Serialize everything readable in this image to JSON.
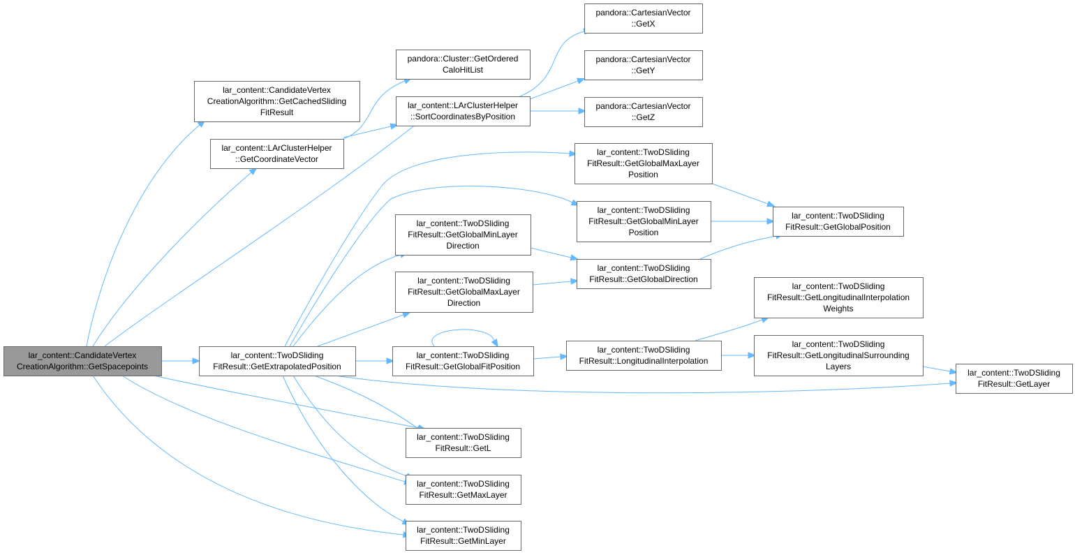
{
  "colors": {
    "edge": "#63b8ff",
    "node_border": "#666666",
    "node_fill": "#ffffff",
    "root_fill": "#999999",
    "text": "#000000"
  },
  "nodes": [
    {
      "id": "root",
      "lines": [
        "lar_content::CandidateVertex",
        "CreationAlgorithm::GetSpacepoints"
      ],
      "root": true
    },
    {
      "id": "getCachedSliding",
      "lines": [
        "lar_content::CandidateVertex",
        "CreationAlgorithm::GetCachedSliding",
        "FitResult"
      ]
    },
    {
      "id": "getCoordinateVector",
      "lines": [
        "lar_content::LArClusterHelper",
        "::GetCoordinateVector"
      ]
    },
    {
      "id": "getOrderedCaloHitList",
      "lines": [
        "pandora::Cluster::GetOrdered",
        "CaloHitList"
      ]
    },
    {
      "id": "sortCoordinates",
      "lines": [
        "lar_content::LArClusterHelper",
        "::SortCoordinatesByPosition"
      ]
    },
    {
      "id": "getX",
      "lines": [
        "pandora::CartesianVector",
        "::GetX"
      ]
    },
    {
      "id": "getY",
      "lines": [
        "pandora::CartesianVector",
        "::GetY"
      ]
    },
    {
      "id": "getZ",
      "lines": [
        "pandora::CartesianVector",
        "::GetZ"
      ]
    },
    {
      "id": "getGlobalMaxLayerPosition",
      "lines": [
        "lar_content::TwoDSliding",
        "FitResult::GetGlobalMaxLayer",
        "Position"
      ]
    },
    {
      "id": "getGlobalMinLayerPosition",
      "lines": [
        "lar_content::TwoDSliding",
        "FitResult::GetGlobalMinLayer",
        "Position"
      ]
    },
    {
      "id": "getGlobalPosition",
      "lines": [
        "lar_content::TwoDSliding",
        "FitResult::GetGlobalPosition"
      ]
    },
    {
      "id": "getGlobalMinLayerDirection",
      "lines": [
        "lar_content::TwoDSliding",
        "FitResult::GetGlobalMinLayer",
        "Direction"
      ]
    },
    {
      "id": "getGlobalMaxLayerDirection",
      "lines": [
        "lar_content::TwoDSliding",
        "FitResult::GetGlobalMaxLayer",
        "Direction"
      ]
    },
    {
      "id": "getGlobalDirection",
      "lines": [
        "lar_content::TwoDSliding",
        "FitResult::GetGlobalDirection"
      ]
    },
    {
      "id": "getLongitudinalInterpolationWeights",
      "lines": [
        "lar_content::TwoDSliding",
        "FitResult::GetLongitudinalInterpolation",
        "Weights"
      ]
    },
    {
      "id": "getExtrapolatedPosition",
      "lines": [
        "lar_content::TwoDSliding",
        "FitResult::GetExtrapolatedPosition"
      ]
    },
    {
      "id": "getGlobalFitPosition",
      "lines": [
        "lar_content::TwoDSliding",
        "FitResult::GetGlobalFitPosition"
      ]
    },
    {
      "id": "longitudinalInterpolation",
      "lines": [
        "lar_content::TwoDSliding",
        "FitResult::LongitudinalInterpolation"
      ]
    },
    {
      "id": "getLongitudinalSurroundingLayers",
      "lines": [
        "lar_content::TwoDSliding",
        "FitResult::GetLongitudinalSurrounding",
        "Layers"
      ]
    },
    {
      "id": "getLayer",
      "lines": [
        "lar_content::TwoDSliding",
        "FitResult::GetLayer"
      ]
    },
    {
      "id": "getL",
      "lines": [
        "lar_content::TwoDSliding",
        "FitResult::GetL"
      ]
    },
    {
      "id": "getMaxLayer",
      "lines": [
        "lar_content::TwoDSliding",
        "FitResult::GetMaxLayer"
      ]
    },
    {
      "id": "getMinLayer",
      "lines": [
        "lar_content::TwoDSliding",
        "FitResult::GetMinLayer"
      ]
    }
  ],
  "edges": [
    {
      "from": "root",
      "to": "getCachedSliding"
    },
    {
      "from": "root",
      "to": "getCoordinateVector"
    },
    {
      "from": "root",
      "to": "sortCoordinates"
    },
    {
      "from": "root",
      "to": "getExtrapolatedPosition"
    },
    {
      "from": "root",
      "to": "getL"
    },
    {
      "from": "root",
      "to": "getMaxLayer"
    },
    {
      "from": "root",
      "to": "getMinLayer"
    },
    {
      "from": "getCoordinateVector",
      "to": "getOrderedCaloHitList"
    },
    {
      "from": "getCoordinateVector",
      "to": "sortCoordinates"
    },
    {
      "from": "sortCoordinates",
      "to": "getX"
    },
    {
      "from": "sortCoordinates",
      "to": "getY"
    },
    {
      "from": "sortCoordinates",
      "to": "getZ"
    },
    {
      "from": "getExtrapolatedPosition",
      "to": "getGlobalMaxLayerPosition"
    },
    {
      "from": "getExtrapolatedPosition",
      "to": "getGlobalMinLayerPosition"
    },
    {
      "from": "getExtrapolatedPosition",
      "to": "getGlobalMinLayerDirection"
    },
    {
      "from": "getExtrapolatedPosition",
      "to": "getGlobalMaxLayerDirection"
    },
    {
      "from": "getExtrapolatedPosition",
      "to": "getGlobalFitPosition"
    },
    {
      "from": "getExtrapolatedPosition",
      "to": "getLayer"
    },
    {
      "from": "getExtrapolatedPosition",
      "to": "getL"
    },
    {
      "from": "getExtrapolatedPosition",
      "to": "getMaxLayer"
    },
    {
      "from": "getExtrapolatedPosition",
      "to": "getMinLayer"
    },
    {
      "from": "getGlobalMaxLayerPosition",
      "to": "getGlobalPosition"
    },
    {
      "from": "getGlobalMinLayerPosition",
      "to": "getGlobalPosition"
    },
    {
      "from": "getGlobalMinLayerDirection",
      "to": "getGlobalDirection"
    },
    {
      "from": "getGlobalMaxLayerDirection",
      "to": "getGlobalDirection"
    },
    {
      "from": "getGlobalDirection",
      "to": "getGlobalPosition"
    },
    {
      "from": "getGlobalFitPosition",
      "to": "getGlobalFitPosition"
    },
    {
      "from": "getGlobalFitPosition",
      "to": "longitudinalInterpolation"
    },
    {
      "from": "longitudinalInterpolation",
      "to": "getLongitudinalInterpolationWeights"
    },
    {
      "from": "longitudinalInterpolation",
      "to": "getLongitudinalSurroundingLayers"
    },
    {
      "from": "getLongitudinalSurroundingLayers",
      "to": "getLayer"
    }
  ]
}
